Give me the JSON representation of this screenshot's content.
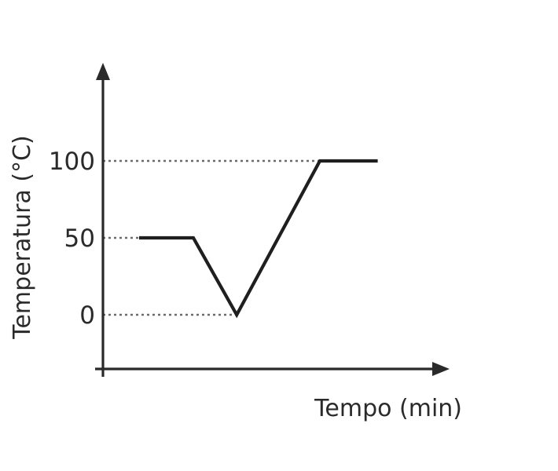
{
  "chart_data": {
    "type": "line",
    "title": "",
    "xlabel": "Tempo (min)",
    "ylabel": "Temperatura (°C)",
    "yticks": [
      {
        "value": 0,
        "label": "0"
      },
      {
        "value": 50,
        "label": "50"
      },
      {
        "value": 100,
        "label": "100"
      }
    ],
    "ylim": [
      -40,
      150
    ],
    "x_ticks_shown": false,
    "grid": false,
    "dashed_guides_at": [
      0,
      50,
      100
    ],
    "series": [
      {
        "x": [
          1,
          2.5,
          3.7,
          6,
          7.6
        ],
        "y": [
          50,
          50,
          0,
          100,
          100
        ]
      }
    ],
    "xlim": [
      0,
      9.2
    ],
    "colors": {
      "axis": "#2a2a2a",
      "series": "#1f1f1f",
      "guide": "#6b6b6b"
    }
  }
}
